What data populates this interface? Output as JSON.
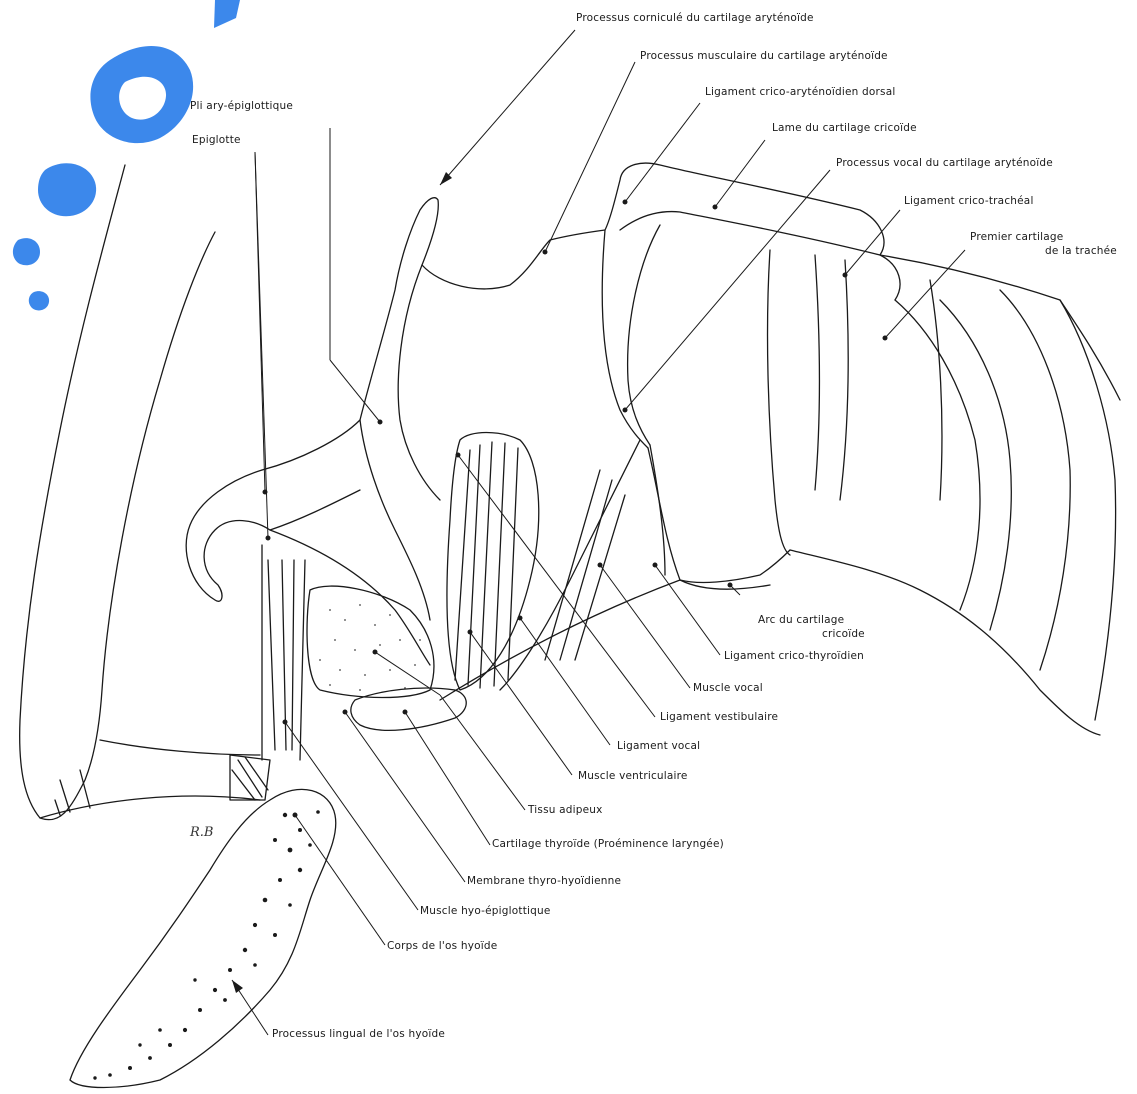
{
  "labels": {
    "processus_cornicule": "Processus corniculé du cartilage aryténoïde",
    "processus_musculaire": "Processus musculaire du cartilage aryténoïde",
    "pli_ary_epiglottique": "Pli ary-épiglottique",
    "epiglotte": "Epiglotte",
    "ligament_crico_arytenoidien_dorsal": "Ligament crico-aryténoïdien dorsal",
    "lame_cartilage_cricoide": "Lame du cartilage cricoïde",
    "processus_vocal": "Processus vocal du cartilage aryténoïde",
    "ligament_crico_tracheal": "Ligament crico-trachéal",
    "premier_cartilage_line1": "Premier cartilage",
    "premier_cartilage_line2": "de la trachée",
    "arc_cartilage_line1": "Arc du cartilage",
    "arc_cartilage_line2": "cricoïde",
    "ligament_crico_thyroidien": "Ligament crico-thyroïdien",
    "muscle_vocal": "Muscle vocal",
    "ligament_vestibulaire": "Ligament vestibulaire",
    "ligament_vocal": "Ligament vocal",
    "muscle_ventriculaire": "Muscle ventriculaire",
    "tissu_adipeux": "Tissu adipeux",
    "cartilage_thyroide": "Cartilage thyroïde (Proéminence laryngée)",
    "membrane_thyro_hyoidienne": "Membrane thyro-hyoïdienne",
    "muscle_hyo_epiglottique": "Muscle hyo-épiglottique",
    "corps_os_hyoide": "Corps de l'os hyoïde",
    "processus_lingual": "Processus lingual de l'os hyoïde"
  },
  "signature": "R.B",
  "colors": {
    "line": "#1a1a1a",
    "watermark": "#1a73e8"
  }
}
